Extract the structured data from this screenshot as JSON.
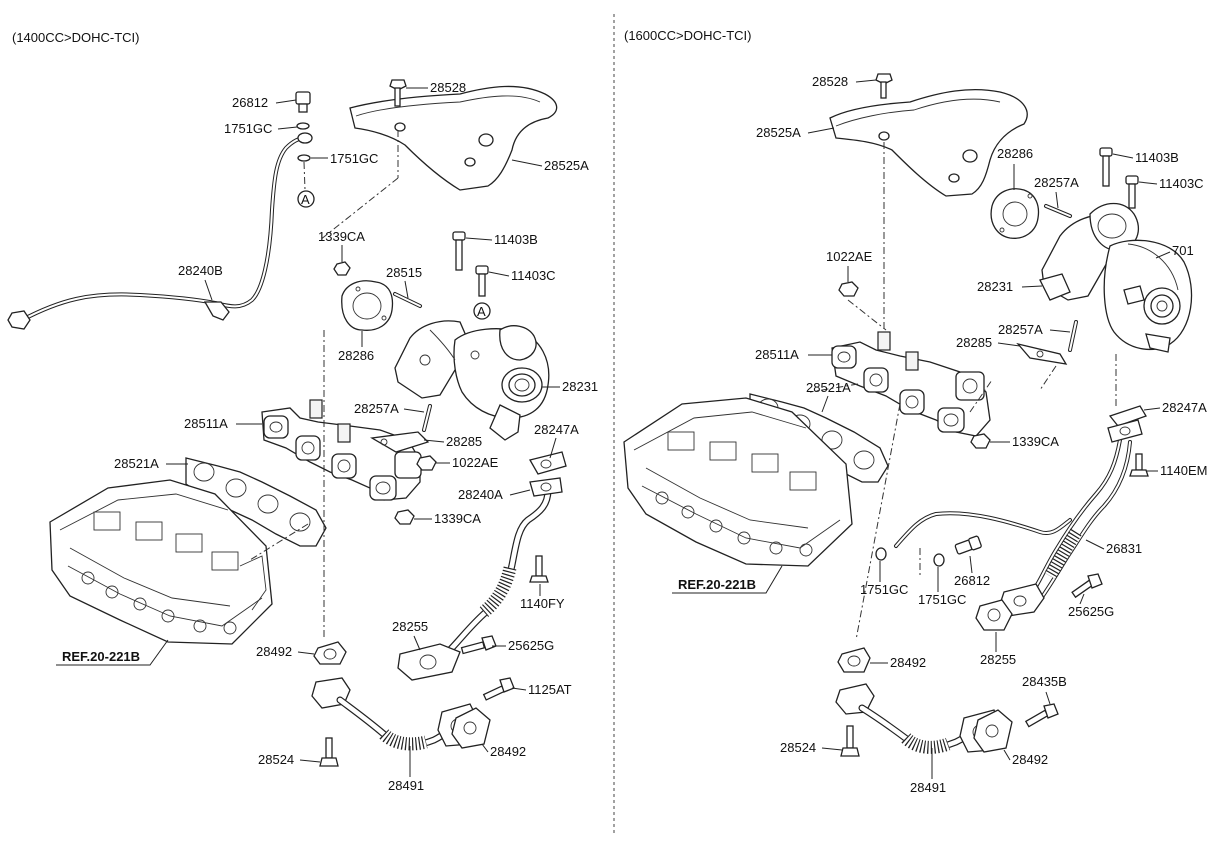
{
  "sections": {
    "left_title": "(1400CC>DOHC-TCI)",
    "right_title": "(1600CC>DOHC-TCI)"
  },
  "left": {
    "ref_label": "REF.20-221B",
    "circle_marker": "A",
    "labels": {
      "p26812": "26812",
      "p1751GC_a": "1751GC",
      "p1751GC_b": "1751GC",
      "p28528": "28528",
      "p28525A": "28525A",
      "p28240B": "28240B",
      "p1339CA_a": "1339CA",
      "p28515": "28515",
      "p11403B": "11403B",
      "p11403C": "11403C",
      "p28286": "28286",
      "p28231": "28231",
      "p28511A": "28511A",
      "p28257A": "28257A",
      "p28285": "28285",
      "p28247A": "28247A",
      "p28521A": "28521A",
      "p1022AE": "1022AE",
      "p28240A": "28240A",
      "p1339CA_b": "1339CA",
      "p1140FY": "1140FY",
      "p28255": "28255",
      "p25625G": "25625G",
      "p28492_a": "28492",
      "p1125AT": "1125AT",
      "p28492_b": "28492",
      "p28524": "28524",
      "p28491": "28491"
    }
  },
  "right": {
    "ref_label": "REF.20-221B",
    "labels": {
      "p28528": "28528",
      "p28525A": "28525A",
      "p28286": "28286",
      "p11403B": "11403B",
      "p28257A_a": "28257A",
      "p11403C": "11403C",
      "p1022AE": "1022AE",
      "p701": "701",
      "p28231": "28231",
      "p28257A_b": "28257A",
      "p28511A": "28511A",
      "p28285": "28285",
      "p28521A": "28521A",
      "p28247A": "28247A",
      "p1339CA": "1339CA",
      "p1140EM": "1140EM",
      "p26831": "26831",
      "p1751GC_a": "1751GC",
      "p26812": "26812",
      "p1751GC_b": "1751GC",
      "p25625G": "25625G",
      "p28255": "28255",
      "p28492_a": "28492",
      "p28435B": "28435B",
      "p28524": "28524",
      "p28491": "28491",
      "p28492_b": "28492"
    }
  }
}
